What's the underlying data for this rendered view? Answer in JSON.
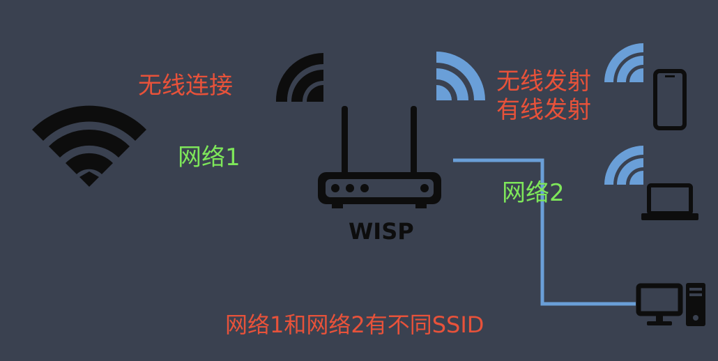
{
  "labels": {
    "wireless_connect": "无线连接",
    "network1": "网络1",
    "wireless_emit": "无线发射",
    "wired_emit": "有线发射",
    "network2": "网络2",
    "device_name": "WISP",
    "footnote": "网络1和网络2有不同SSID"
  },
  "colors": {
    "background": "#3a4150",
    "text_red": "#e8523a",
    "text_green": "#7ee65a",
    "link_blue": "#6a9fd8",
    "icon_black": "#0d0d0d"
  },
  "icons": {
    "upstream_wifi": "wifi-icon",
    "router_receive_signal": "signal-icon",
    "router_emit_signal": "signal-icon",
    "router": "router-icon",
    "phone": "smartphone-icon",
    "laptop": "laptop-icon",
    "desktop": "desktop-computer-icon"
  }
}
